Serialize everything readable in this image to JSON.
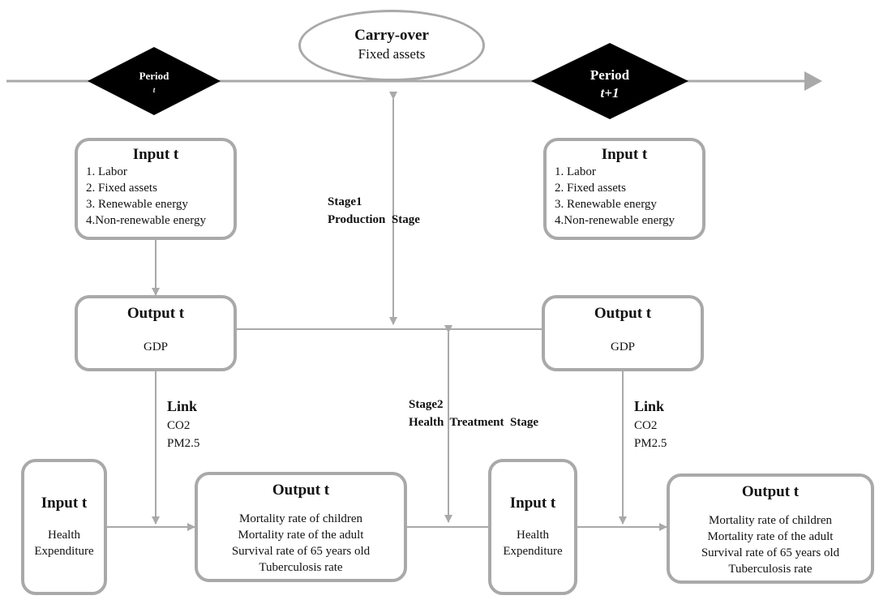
{
  "carry_over": {
    "title": "Carry-over",
    "subtitle": "Fixed assets"
  },
  "period_left": {
    "label": "Period",
    "sub": "t"
  },
  "period_right": {
    "label": "Period",
    "sub": "t+1"
  },
  "input_top_left": {
    "title": "Input t",
    "items": [
      "1. Labor",
      "2. Fixed assets",
      "3. Renewable energy",
      "4.Non-renewable energy"
    ]
  },
  "input_top_right": {
    "title": "Input t",
    "items": [
      "1. Labor",
      "2. Fixed assets",
      "3. Renewable energy",
      "4.Non-renewable energy"
    ]
  },
  "stage1": {
    "line1": "Stage1",
    "line2": "Production  Stage"
  },
  "output_mid_left": {
    "title": "Output t",
    "value": "GDP"
  },
  "output_mid_right": {
    "title": "Output t",
    "value": "GDP"
  },
  "link_left": {
    "title": "Link",
    "items": [
      "CO2",
      "PM2.5"
    ]
  },
  "link_right": {
    "title": "Link",
    "items": [
      "CO2",
      "PM2.5"
    ]
  },
  "stage2": {
    "line1": "Stage2",
    "line2": "Health  Treatment  Stage"
  },
  "input_bottom_left": {
    "title": "Input t",
    "line1": "Health",
    "line2": "Expenditure"
  },
  "input_bottom_right": {
    "title": "Input t",
    "line1": "Health",
    "line2": "Expenditure"
  },
  "output_bottom_left": {
    "title": "Output t",
    "items": [
      "Mortality  rate of children",
      "Mortality  rate of the adult",
      "Survival  rate of 65 years old",
      "Tuberculosis  rate"
    ]
  },
  "output_bottom_right": {
    "title": "Output t",
    "items": [
      "Mortality  rate of children",
      "Mortality  rate of the adult",
      "Survival  rate of 65 years old",
      "Tuberculosis  rate"
    ]
  },
  "colors": {
    "line": "#a9a9a9",
    "diamond": "#000000",
    "box_border": "#a9a9a9"
  }
}
